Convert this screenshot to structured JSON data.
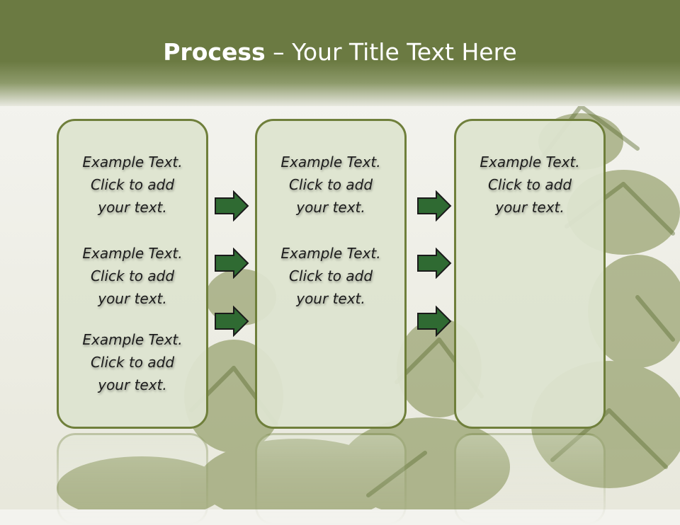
{
  "slide": {
    "title_bold": "Process",
    "title_rest": " – Your Title Text Here"
  },
  "columns": [
    {
      "items": [
        {
          "line1": "Example Text.",
          "line2": "Click  to add",
          "line3": "your text."
        },
        {
          "line1": "Example Text.",
          "line2": "Click  to add",
          "line3": "your text."
        },
        {
          "line1": "Example Text.",
          "line2": "Click  to add",
          "line3": "your text."
        }
      ]
    },
    {
      "items": [
        {
          "line1": "Example Text.",
          "line2": "Click  to add",
          "line3": "your text."
        },
        {
          "line1": "Example Text.",
          "line2": "Click  to add",
          "line3": "your text."
        }
      ]
    },
    {
      "items": [
        {
          "line1": "Example Text.",
          "line2": "Click  to add",
          "line3": "your text."
        }
      ]
    }
  ],
  "colors": {
    "header": "#6b7a42",
    "box_border": "#6f7f3b",
    "box_fill": "#dde4d0",
    "arrow_fill": "#2f6a32",
    "arrow_stroke": "#1a1a1a"
  }
}
